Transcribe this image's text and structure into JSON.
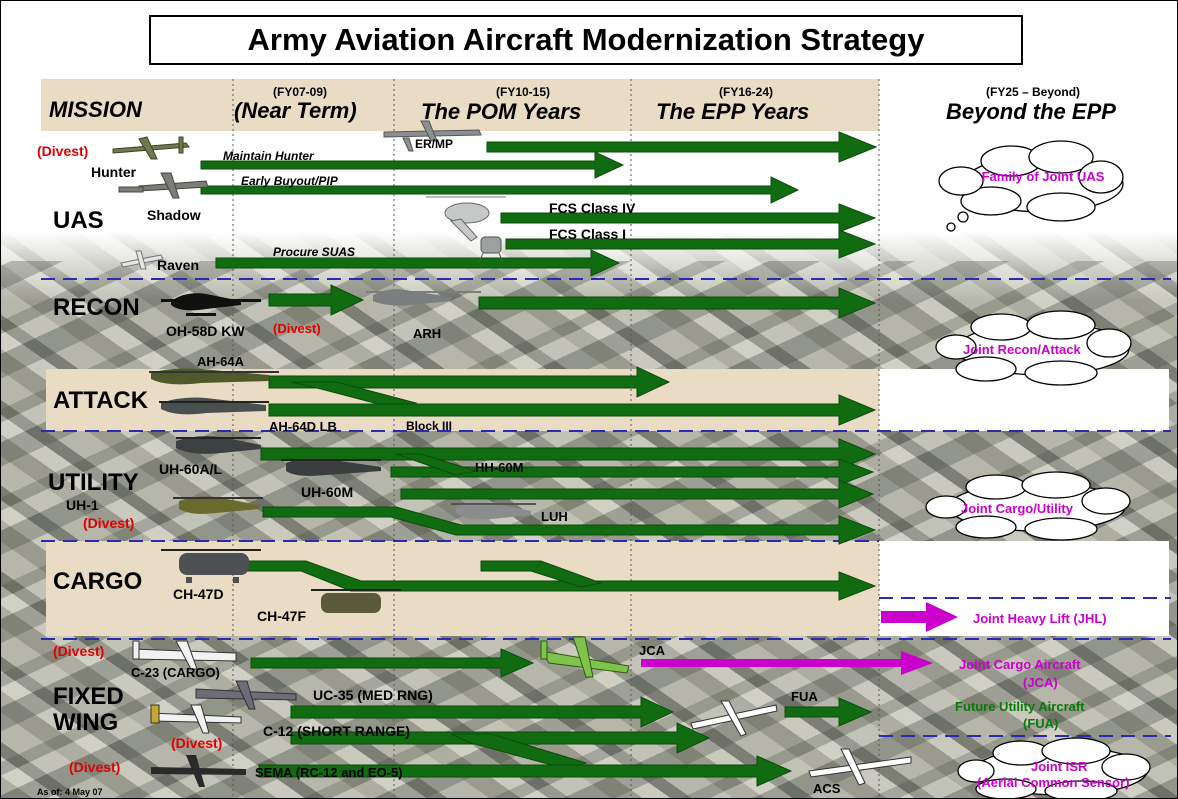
{
  "title": "Army Aviation Aircraft Modernization Strategy",
  "headers": {
    "mission": "MISSION",
    "near_term_fy": "(FY07-09)",
    "near_term": "(Near Term)",
    "pom_fy": "(FY10-15)",
    "pom": "The POM Years",
    "epp_fy": "(FY16-24)",
    "epp": "The EPP Years",
    "beyond_fy": "(FY25 – Beyond)",
    "beyond": "Beyond the EPP"
  },
  "sections": {
    "uas": "UAS",
    "recon": "RECON",
    "attack": "ATTACK",
    "utility": "UTILITY",
    "cargo": "CARGO",
    "fixed_wing_1": "FIXED",
    "fixed_wing_2": "WING"
  },
  "uas": {
    "divest": "(Divest)",
    "hunter": "Hunter",
    "maintain_hunter": "Maintain Hunter",
    "er_mp": "ER/MP",
    "early_buyout": "Early Buyout/PIP",
    "shadow": "Shadow",
    "fcs_iv": "FCS Class IV",
    "fcs_i": "FCS Class I",
    "procure_suas": "Procure SUAS",
    "raven": "Raven",
    "cloud": "Family of Joint UAS"
  },
  "recon": {
    "oh58": "OH-58D KW",
    "divest": "(Divest)",
    "arh": "ARH",
    "cloud": "Joint Recon/Attack"
  },
  "attack": {
    "ah64a": "AH-64A",
    "ah64d": "AH-64D LB",
    "block3": "Block III"
  },
  "utility": {
    "uh60al": "UH-60A/L",
    "uh60m": "UH-60M",
    "hh60m": "HH-60M",
    "uh1": "UH-1",
    "divest": "(Divest)",
    "luh": "LUH",
    "cloud": "Joint Cargo/Utility"
  },
  "cargo": {
    "ch47d": "CH-47D",
    "ch47f": "CH-47F",
    "jhl": "Joint Heavy Lift (JHL)"
  },
  "fixed_wing": {
    "divest_1": "(Divest)",
    "c23": "C-23 (CARGO)",
    "jca": "JCA",
    "jca_future_1": "Joint Cargo Aircraft",
    "jca_future_2": "(JCA)",
    "uc35": "UC-35 (MED RNG)",
    "fua": "FUA",
    "fua_future_1": "Future Utility Aircraft",
    "fua_future_2": "(FUA)",
    "c12": "C-12 (SHORT RANGE)",
    "divest_2": "(Divest)",
    "divest_3": "(Divest)",
    "sema": "SEMA (RC-12 and EO-5)",
    "acs": "ACS",
    "isr_cloud_1": "Joint ISR",
    "isr_cloud_2": "(Aerial Common Sensor)"
  },
  "footer": {
    "as_of": "As of: 4 May 07"
  },
  "colors": {
    "arrow_green": "#116b11",
    "arrow_green_edge": "#0b4d0b",
    "divest_red": "#e00000",
    "joint_magenta": "#cc00cc",
    "fua_green": "#0a7a0a",
    "tan_band": "#eadcc4",
    "divider_blue": "#2b2bb0"
  }
}
